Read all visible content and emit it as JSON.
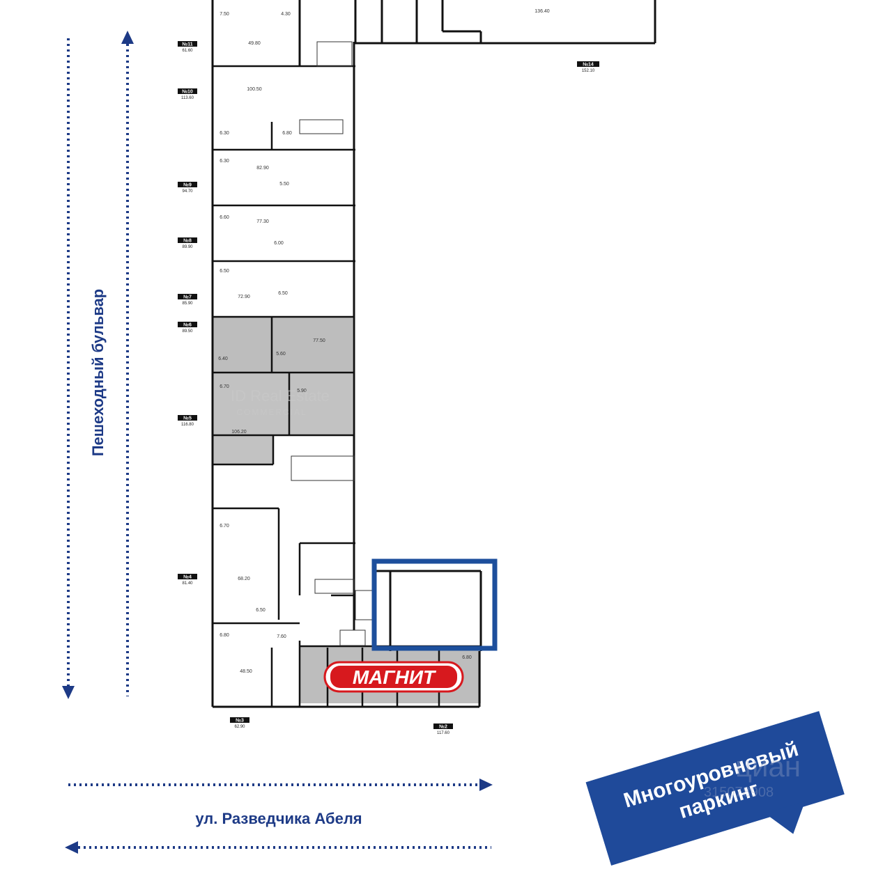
{
  "streets": {
    "boulevard": "Пешеходный бульвар",
    "street": "ул. Разведчика Абеля"
  },
  "parking": {
    "line1": "Многоуровневый",
    "line2": "паркинг"
  },
  "store_logo": "МАГНИТ",
  "watermark": {
    "name": "ID Real Estate",
    "sub": "COMMERCIAL",
    "cian": "циан",
    "phone": "315078908"
  },
  "units": [
    {
      "id": "№11",
      "area": "61.60"
    },
    {
      "id": "№10",
      "area": "113.60"
    },
    {
      "id": "№9",
      "area": "94.70"
    },
    {
      "id": "№8",
      "area": "89.90"
    },
    {
      "id": "№7",
      "area": "85.90"
    },
    {
      "id": "№6",
      "area": "89.50"
    },
    {
      "id": "№5",
      "area": "116.80"
    },
    {
      "id": "№4",
      "area": "81.40"
    },
    {
      "id": "№3",
      "area": "62.90"
    },
    {
      "id": "№2",
      "area": "117.60"
    },
    {
      "id": "№14",
      "area": "152.10"
    }
  ],
  "rooms": [
    "7.50",
    "4.30",
    "136.40",
    "49.80",
    "100.50",
    "6.30",
    "6.80",
    "6.30",
    "82.90",
    "5.50",
    "6.60",
    "77.30",
    "6.00",
    "6.50",
    "72.90",
    "6.50",
    "77.50",
    "6.40",
    "5.60",
    "6.70",
    "5.90",
    "106.20",
    "6.70",
    "68.20",
    "6.50",
    "6.80",
    "7.60",
    "48.50",
    "6.80"
  ],
  "colors": {
    "arrow": "#1d3a86",
    "highlight": "#1d4f9c",
    "parking_bg": "#1f4a9a",
    "shaded": "#bdbdbd",
    "magnit": "#d7191e"
  }
}
